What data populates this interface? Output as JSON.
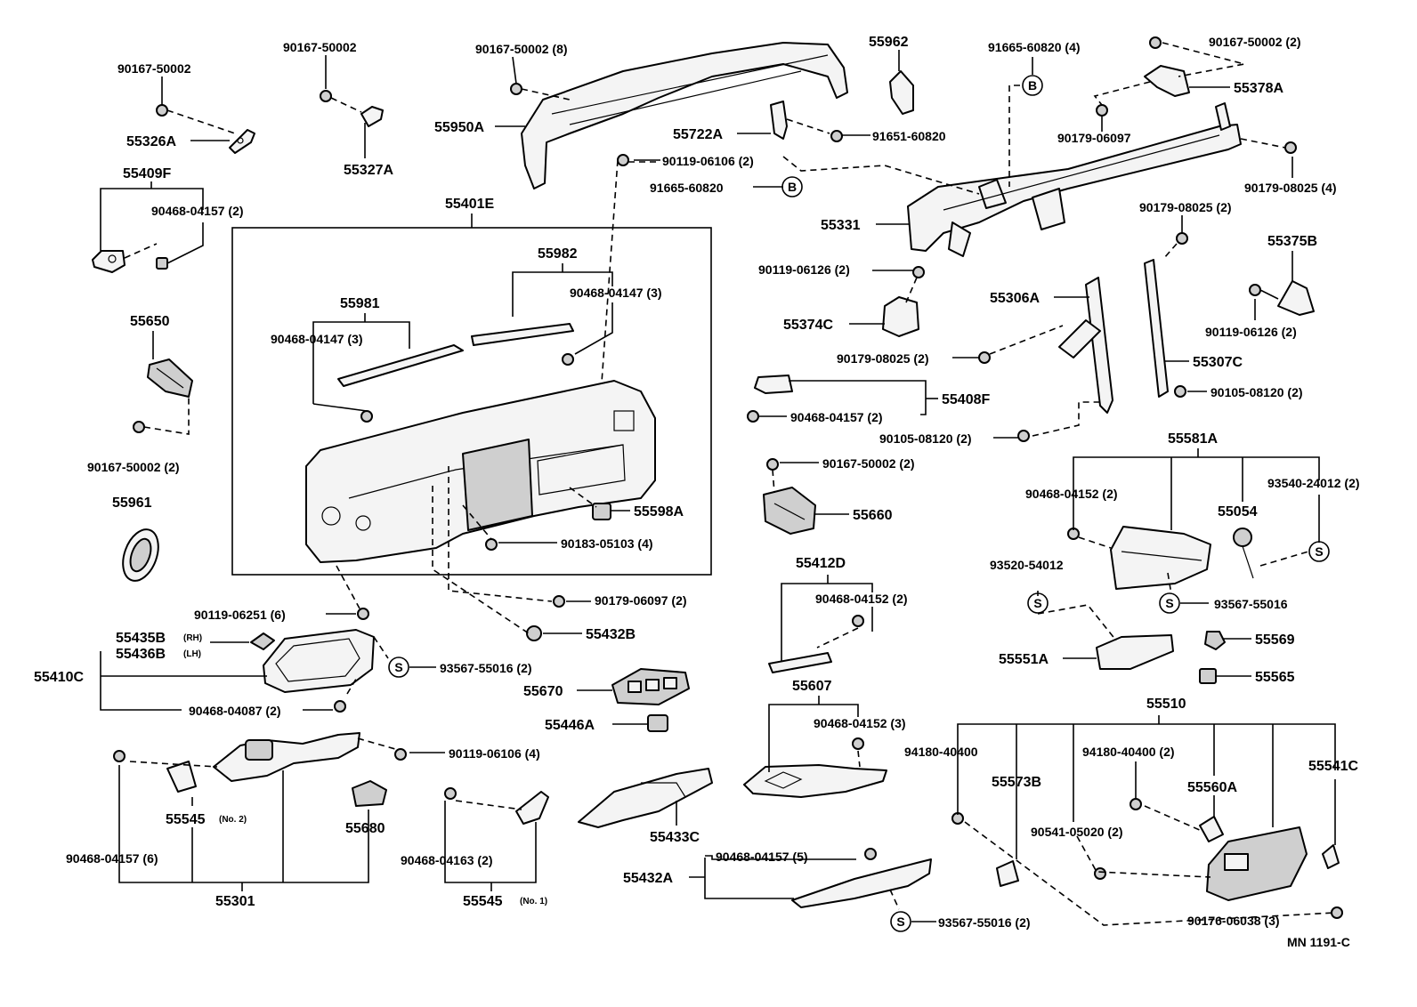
{
  "diagram_code": "MN 1191-C",
  "labels": {
    "l01": "90167-50002",
    "l02": "55326A",
    "l03": "90167-50002",
    "l04": "55327A",
    "l05": "90167-50002 (8)",
    "l06": "55950A",
    "l07": "55962",
    "l08": "91665-60820 (4)",
    "l09": "90167-50002 (2)",
    "l10": "55378A",
    "l11": "90179-06097",
    "l12": "55722A",
    "l13": "91651-60820",
    "l14": "90119-06106 (2)",
    "l15": "91665-60820",
    "l16": "90179-08025 (4)",
    "l17": "55409F",
    "l18": "90468-04157 (2)",
    "l19": "55401E",
    "l20": "55331",
    "l21": "90179-08025 (2)",
    "l22": "55982",
    "l23": "90468-04147 (3)",
    "l24": "55375B",
    "l25": "55981",
    "l26": "90468-04147 (3)",
    "l27": "90119-06126 (2)",
    "l28": "55306A",
    "l29": "55650",
    "l30": "55374C",
    "l31": "90119-06126 (2)",
    "l32": "90179-08025 (2)",
    "l33": "55307C",
    "l34": "90105-08120 (2)",
    "l35": "55408F",
    "l36": "90468-04157 (2)",
    "l37": "90105-08120 (2)",
    "l38": "90167-50002 (2)",
    "l39": "90167-50002 (2)",
    "l40": "55581A",
    "l41": "55961",
    "l42": "55598A",
    "l43": "55660",
    "l44": "90468-04152 (2)",
    "l45": "93540-24012 (2)",
    "l46": "90183-05103 (4)",
    "l47": "55054",
    "l48": "55412D",
    "l49": "93520-54012",
    "l50": "90468-04152 (2)",
    "l51": "90179-06097 (2)",
    "l52": "93567-55016",
    "l53": "90119-06251 (6)",
    "l54": "55432B",
    "l55": "55435B",
    "l55s": "(RH)",
    "l56": "55436B",
    "l56s": "(LH)",
    "l57": "55410C",
    "l58": "93567-55016 (2)",
    "l59": "55569",
    "l60": "55551A",
    "l61": "55670",
    "l62": "55565",
    "l63": "90468-04087 (2)",
    "l64": "55607",
    "l65": "90468-04152 (3)",
    "l66": "55446A",
    "l67": "55510",
    "l68": "90119-06106 (4)",
    "l69": "94180-40400",
    "l70": "94180-40400 (2)",
    "l71": "55573B",
    "l72": "55541C",
    "l73": "55560A",
    "l74": "55545",
    "l74s": "(No. 2)",
    "l75": "55680",
    "l76": "55433C",
    "l77": "90541-05020 (2)",
    "l78": "90468-04157 (6)",
    "l79": "90468-04163 (2)",
    "l80": "90468-04157 (5)",
    "l81": "55432A",
    "l82": "55301",
    "l83": "55545",
    "l83s": "(No. 1)",
    "l84": "93567-55016 (2)",
    "l85": "90176-06038 (3)"
  },
  "circle_markers": {
    "b1": "B",
    "b2": "B",
    "s1": "S",
    "s2": "S",
    "s3": "S",
    "s4": "S",
    "s5": "S"
  }
}
